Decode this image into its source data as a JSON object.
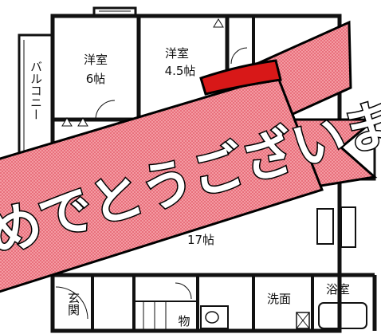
{
  "rooms": {
    "western_6": {
      "name": "洋室",
      "size": "6帖"
    },
    "western_45": {
      "name": "洋室",
      "size": "4.5帖"
    },
    "balcony": {
      "name": "バルコニー"
    },
    "ldk_size": "17帖",
    "entrance": {
      "name": "玄関"
    },
    "storage": {
      "name": "物"
    },
    "washroom": {
      "name": "洗面"
    },
    "bathroom": {
      "name": "浴室"
    }
  },
  "banner": {
    "text": "めでとうございます。",
    "fill_color": "#f0808a",
    "accent_color": "#d81818"
  },
  "colors": {
    "wall": "#111111",
    "line": "#222222",
    "background": "#ffffff"
  }
}
